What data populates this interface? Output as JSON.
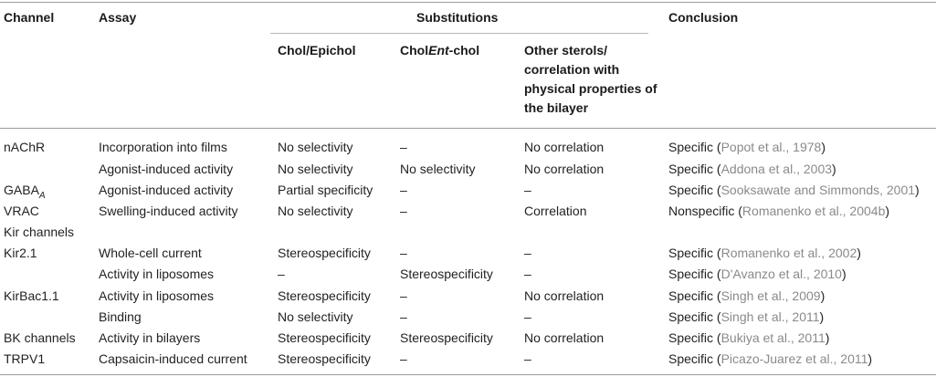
{
  "headers": {
    "channel": "Channel",
    "assay": "Assay",
    "substitutions": "Substitutions",
    "conclusion": "Conclusion",
    "chol_epichol": "Chol/Epichol",
    "chol_ent_prefix": "Chol",
    "chol_ent_italic": "Ent",
    "chol_ent_suffix": "-chol",
    "other_sterols": "Other sterols/ correlation with physical properties of the bilayer"
  },
  "rows": [
    {
      "channel": "nAChR",
      "channel_sub": "",
      "assay": "Incorporation into films",
      "epichol": "No selectivity",
      "entchol": "–",
      "other": "No correlation",
      "conclusion": "Specific (",
      "ref": "Popot et al., 1978",
      "close": ")"
    },
    {
      "channel": "",
      "channel_sub": "",
      "assay": "Agonist-induced activity",
      "epichol": "No selectivity",
      "entchol": "No selectivity",
      "other": "No correlation",
      "conclusion": "Specific (",
      "ref": "Addona et al., 2003",
      "close": ")"
    },
    {
      "channel": "GABA",
      "channel_sub": "A",
      "assay": "Agonist-induced activity",
      "epichol": "Partial specificity",
      "entchol": "–",
      "other": "–",
      "conclusion": "Specific (",
      "ref": "Sooksawate and Simmonds, 2001",
      "close": ")"
    },
    {
      "channel": "VRAC",
      "channel_sub": "",
      "assay": "Swelling-induced activity",
      "epichol": "No selectivity",
      "entchol": "–",
      "other": "Correlation",
      "conclusion": "Nonspecific (",
      "ref": "Romanenko et al., 2004b",
      "close": ")"
    },
    {
      "channel": "Kir channels",
      "channel_sub": "",
      "assay": "",
      "epichol": "",
      "entchol": "",
      "other": "",
      "conclusion": "",
      "ref": "",
      "close": ""
    },
    {
      "channel": "Kir2.1",
      "channel_sub": "",
      "assay": "Whole-cell current",
      "epichol": "Stereospecificity",
      "entchol": "–",
      "other": "–",
      "conclusion": "Specific (",
      "ref": "Romanenko et al., 2002",
      "close": ")"
    },
    {
      "channel": "",
      "channel_sub": "",
      "assay": "Activity in liposomes",
      "epichol": "–",
      "entchol": "Stereospecificity",
      "other": "–",
      "conclusion": "Specific (",
      "ref": "D'Avanzo et al., 2010",
      "close": ")"
    },
    {
      "channel": "KirBac1.1",
      "channel_sub": "",
      "assay": "Activity in liposomes",
      "epichol": "Stereospecificity",
      "entchol": "–",
      "other": "No correlation",
      "conclusion": "Specific (",
      "ref": "Singh et al., 2009",
      "close": ")"
    },
    {
      "channel": "",
      "channel_sub": "",
      "assay": "Binding",
      "epichol": "No selectivity",
      "entchol": "–",
      "other": "–",
      "conclusion": "Specific (",
      "ref": "Singh et al., 2011",
      "close": ")"
    },
    {
      "channel": "BK channels",
      "channel_sub": "",
      "assay": "Activity in bilayers",
      "epichol": "Stereospecificity",
      "entchol": "Stereospecificity",
      "other": "No correlation",
      "conclusion": "Specific (",
      "ref": "Bukiya et al., 2011",
      "close": ")"
    },
    {
      "channel": "TRPV1",
      "channel_sub": "",
      "assay": "Capsaicin-induced current",
      "epichol": "Stereospecificity",
      "entchol": "–",
      "other": "–",
      "conclusion": "Specific (",
      "ref": "Picazo-Juarez et al., 2011",
      "close": ")"
    }
  ]
}
